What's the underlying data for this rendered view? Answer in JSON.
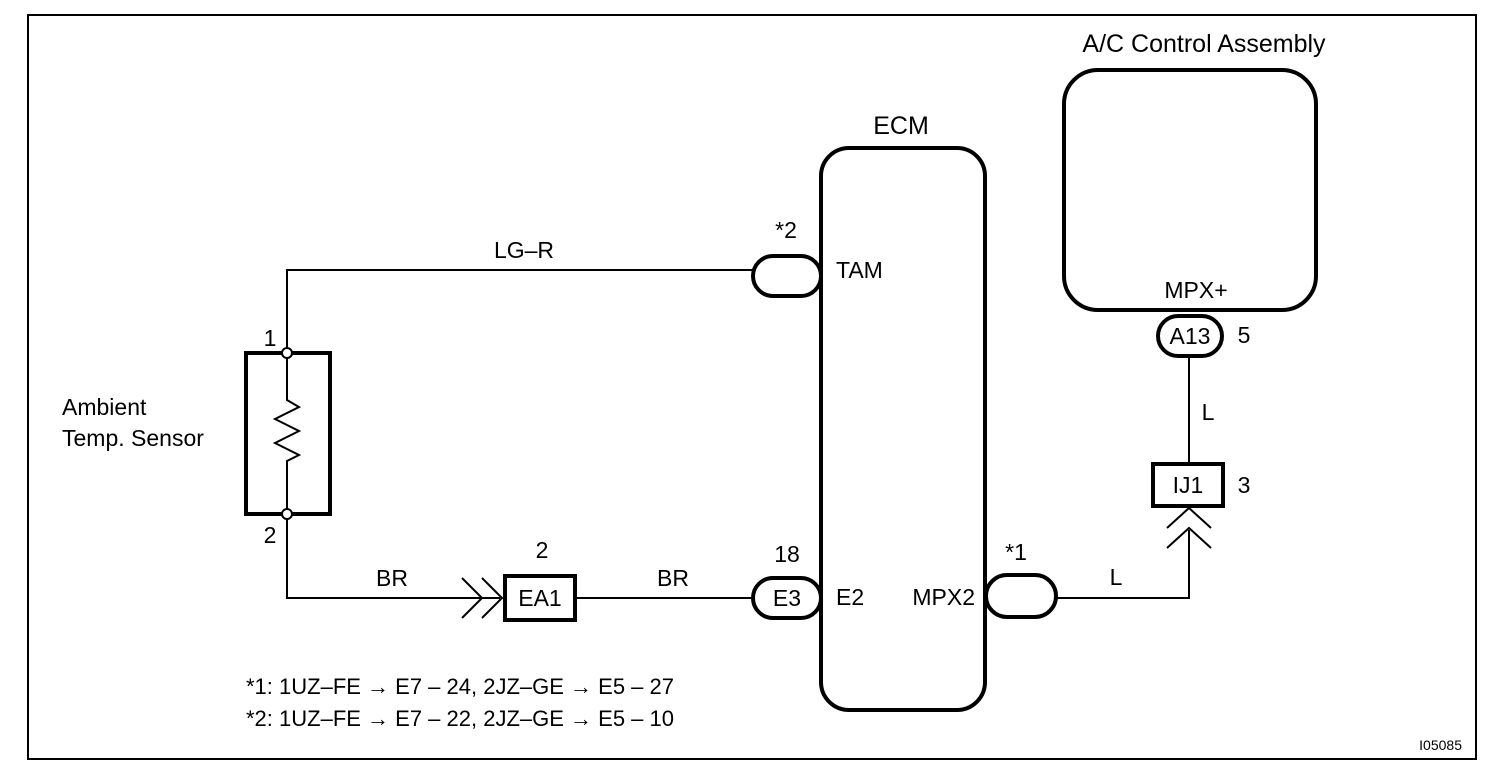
{
  "components": {
    "ac_assembly": "A/C Control Assembly",
    "ecm": "ECM",
    "sensor_line1": "Ambient",
    "sensor_line2": "Temp. Sensor"
  },
  "ecm_terminals": {
    "tam": "TAM",
    "e2": "E2",
    "mpx2": "MPX2",
    "tam_note": "*2",
    "mpx2_note": "*1"
  },
  "ac_terminal": {
    "mpx_plus": "MPX+",
    "connector": "A13",
    "pin": "5"
  },
  "connectors": {
    "ecm_e3": "E3",
    "ecm_e3_pin": "18",
    "ea1": "EA1",
    "ea1_pin": "2",
    "ij1": "IJ1",
    "ij1_pin": "3"
  },
  "sensor_pins": {
    "pin1": "1",
    "pin2": "2"
  },
  "wires": {
    "tam_wire": "LG–R",
    "ground_wire_left": "BR",
    "ground_wire_right": "BR",
    "mpx_wire_lower": "L",
    "mpx_wire_upper": "L"
  },
  "notes": {
    "note1": "*1: 1UZ–FE → E7 – 24, 2JZ–GE → E5 – 27",
    "note2": "*2: 1UZ–FE → E7 – 22, 2JZ–GE → E5 – 10"
  },
  "figure_id": "I05085"
}
